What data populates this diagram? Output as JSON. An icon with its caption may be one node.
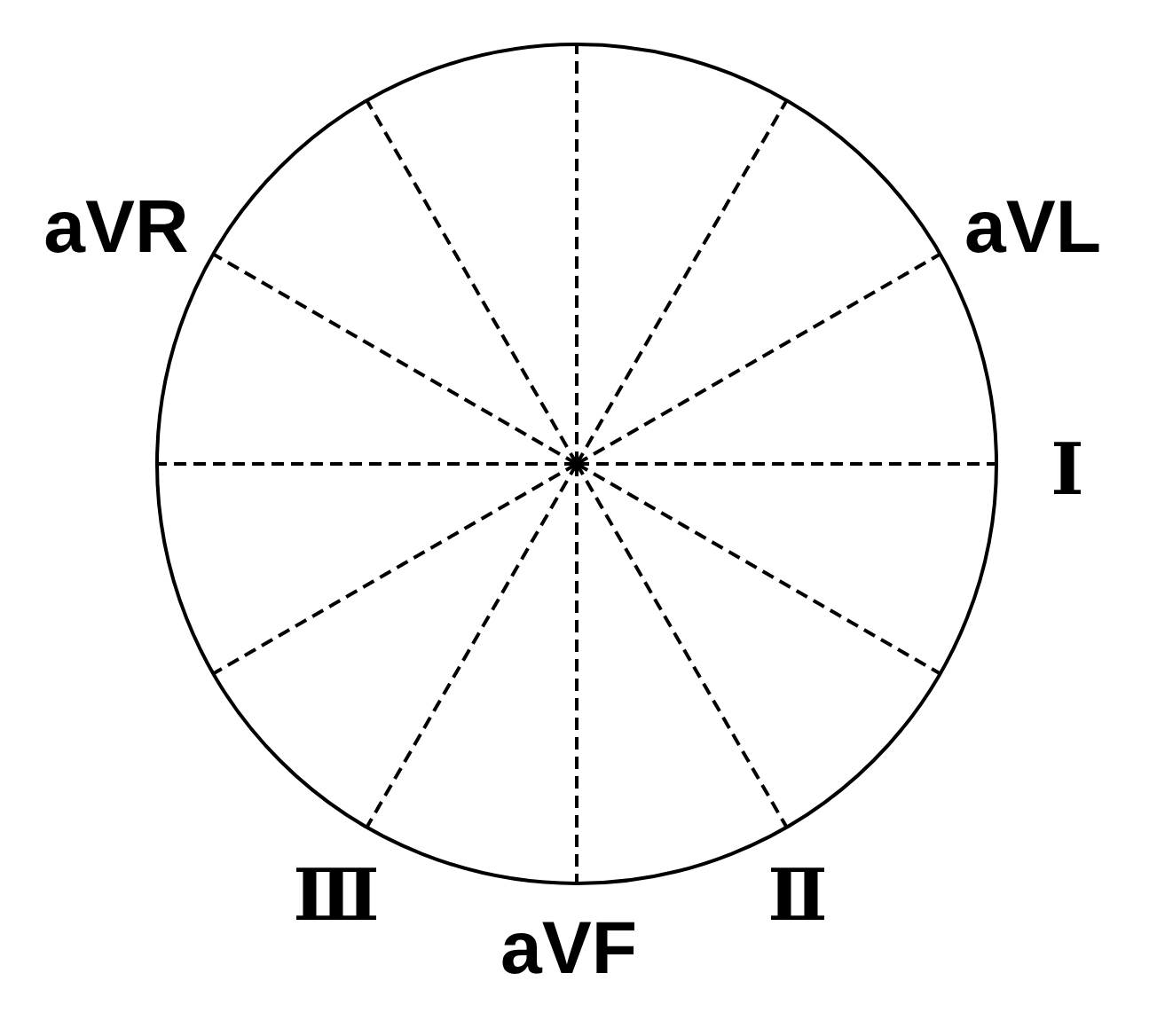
{
  "diagram": {
    "labels": [
      "aVR",
      "aVL",
      "Ⅰ",
      "Ⅲ",
      "Ⅱ",
      "aVF"
    ]
  }
}
